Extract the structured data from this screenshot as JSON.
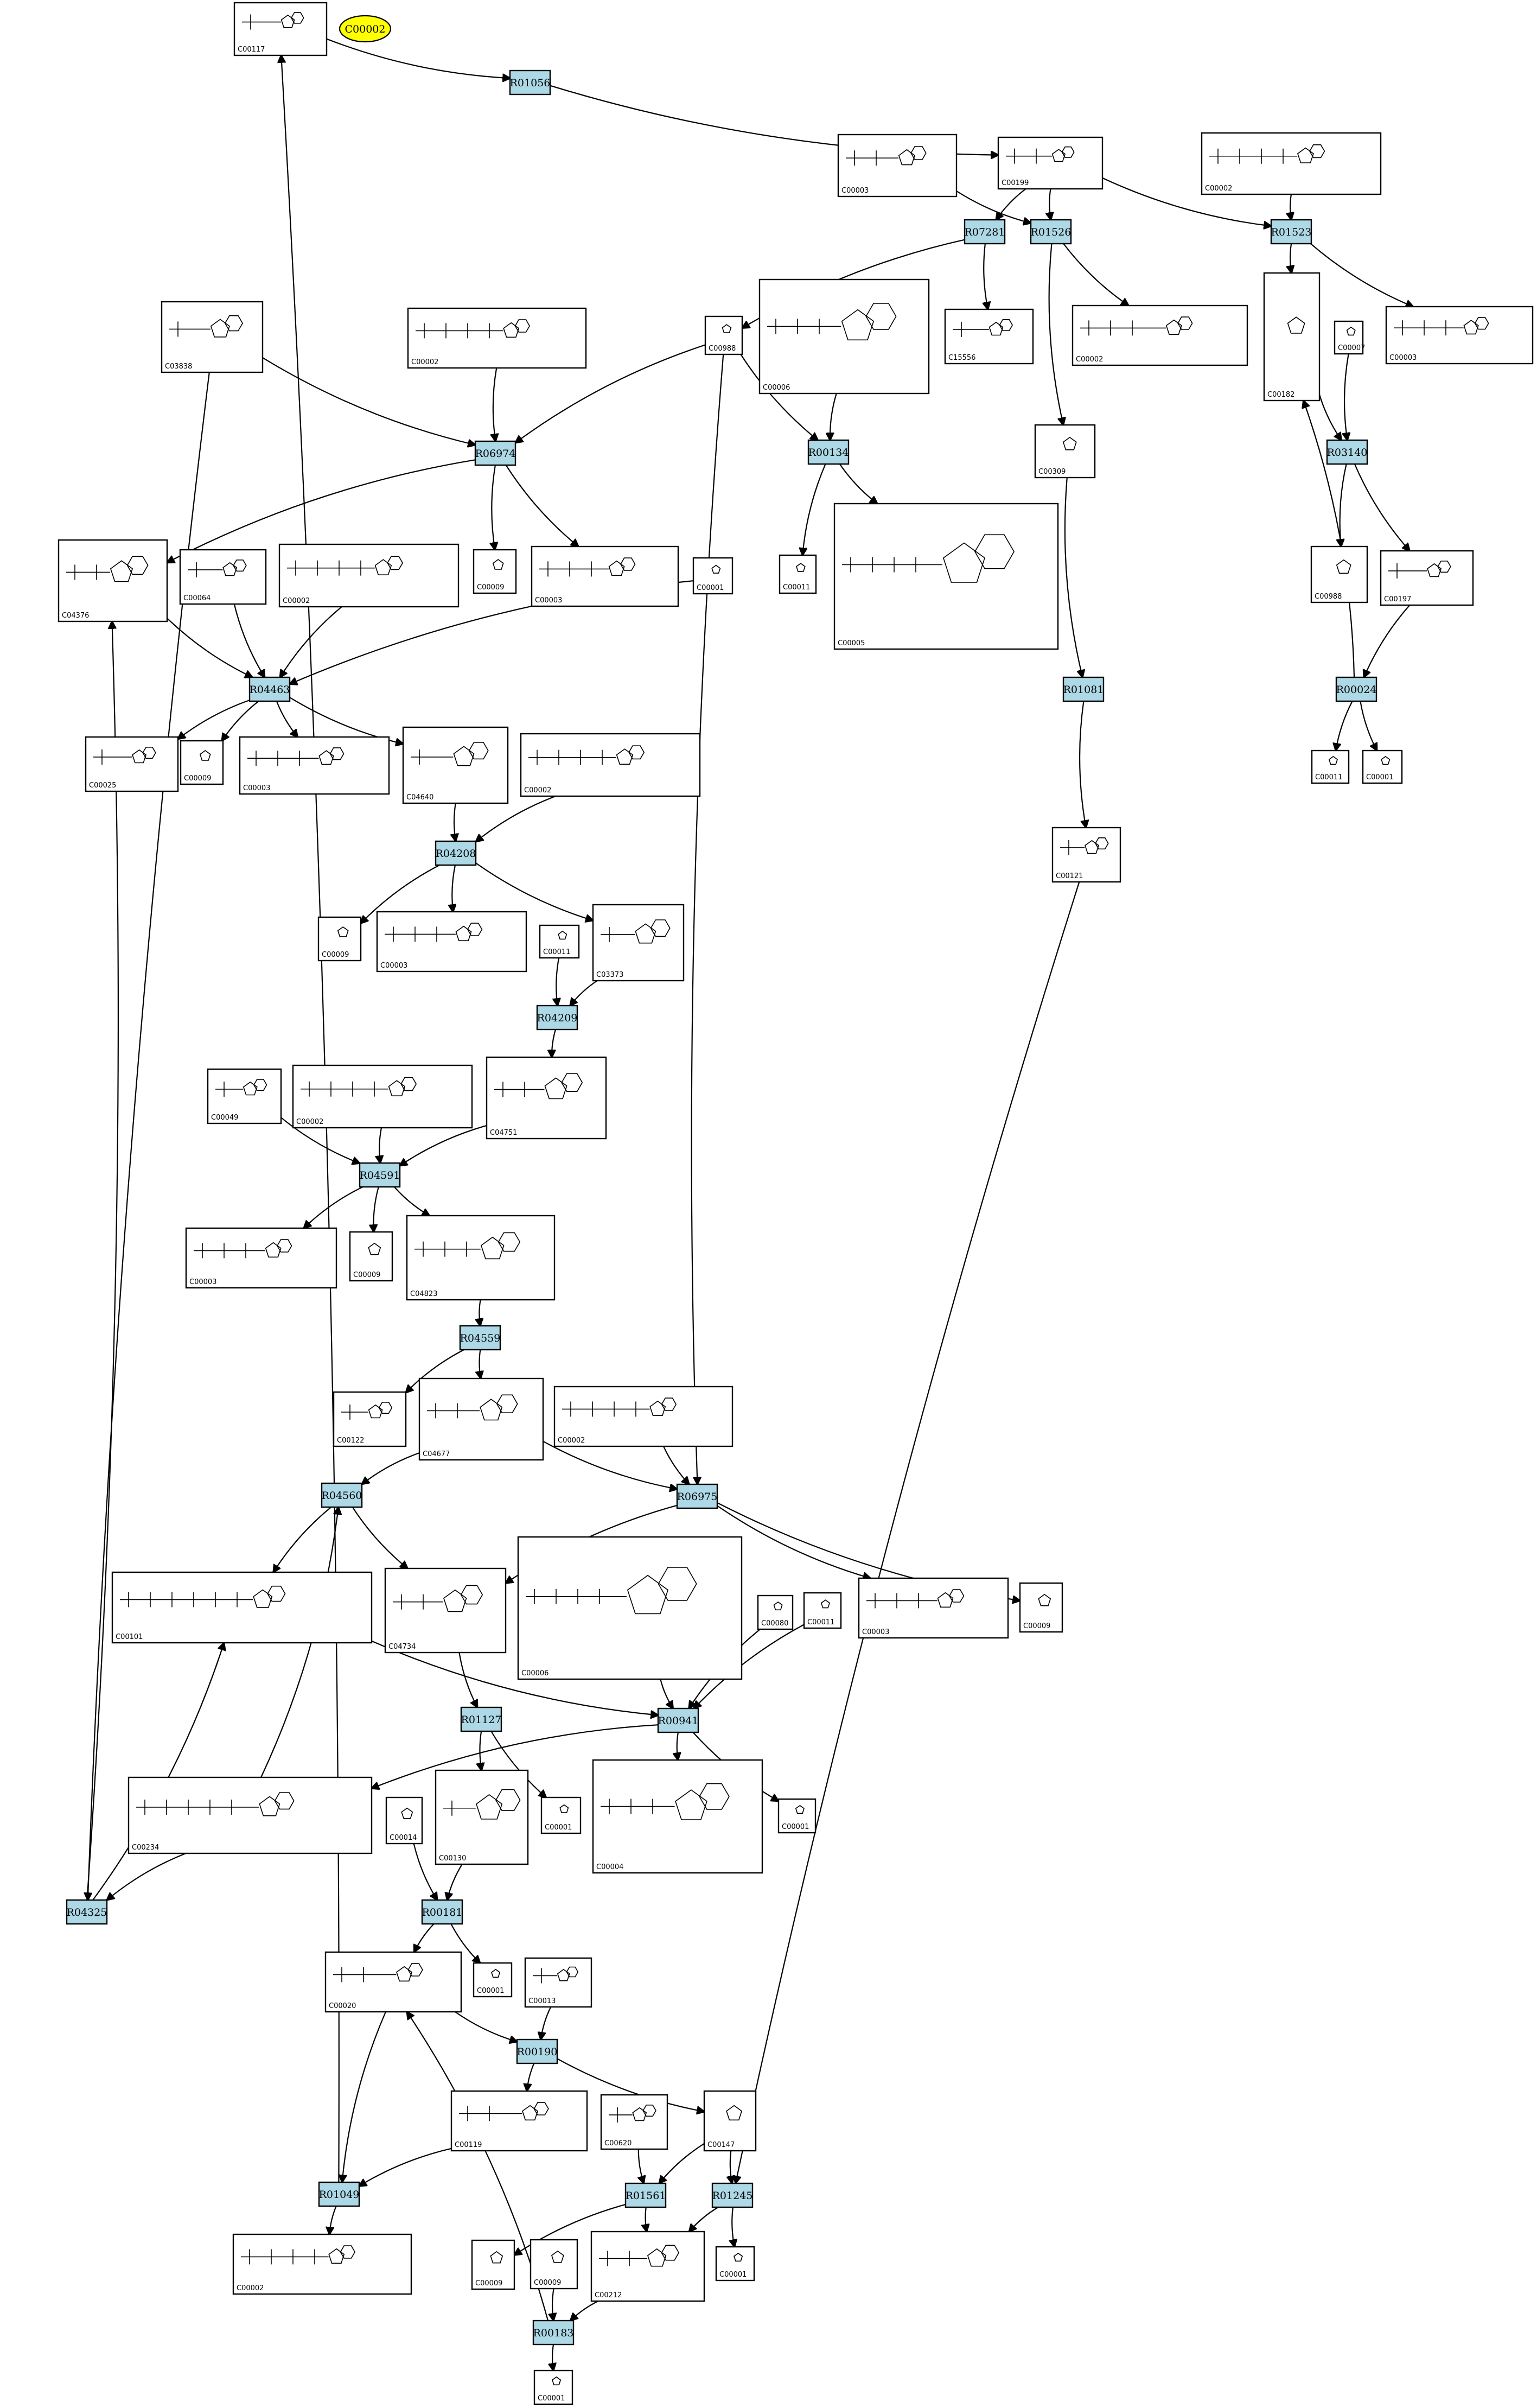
{
  "diagram": {
    "start_node": {
      "id": "start",
      "label": "C00002"
    },
    "compounds": [
      {
        "key": "c117",
        "label": "C00117"
      },
      {
        "key": "c003a",
        "label": "C00003"
      },
      {
        "key": "c199",
        "label": "C00199"
      },
      {
        "key": "c002a",
        "label": "C00002"
      },
      {
        "key": "c3838",
        "label": "C03838"
      },
      {
        "key": "c002b",
        "label": "C00002"
      },
      {
        "key": "c988",
        "label": "C00988"
      },
      {
        "key": "c006a",
        "label": "C00006"
      },
      {
        "key": "c15556",
        "label": "C15556"
      },
      {
        "key": "c002c",
        "label": "C00002"
      },
      {
        "key": "c182",
        "label": "C00182"
      },
      {
        "key": "c007",
        "label": "C00007"
      },
      {
        "key": "c003b",
        "label": "C00003"
      },
      {
        "key": "c309",
        "label": "C00309"
      },
      {
        "key": "c4376",
        "label": "C04376"
      },
      {
        "key": "c064",
        "label": "C00064"
      },
      {
        "key": "c002d",
        "label": "C00002"
      },
      {
        "key": "c009a",
        "label": "C00009"
      },
      {
        "key": "c003c",
        "label": "C00003"
      },
      {
        "key": "c001a",
        "label": "C00001"
      },
      {
        "key": "c011a",
        "label": "C00011"
      },
      {
        "key": "c005a",
        "label": "C00005"
      },
      {
        "key": "c998",
        "label": "C00988"
      },
      {
        "key": "c197",
        "label": "C00197"
      },
      {
        "key": "c025",
        "label": "C00025"
      },
      {
        "key": "c009b",
        "label": "C00009"
      },
      {
        "key": "c003d",
        "label": "C00003"
      },
      {
        "key": "c4640",
        "label": "C04640"
      },
      {
        "key": "c002e",
        "label": "C00002"
      },
      {
        "key": "c011b",
        "label": "C00011"
      },
      {
        "key": "c001b",
        "label": "C00001"
      },
      {
        "key": "c121",
        "label": "C00121"
      },
      {
        "key": "c009c",
        "label": "C00009"
      },
      {
        "key": "c003e",
        "label": "C00003"
      },
      {
        "key": "c011c",
        "label": "C00011"
      },
      {
        "key": "c3373",
        "label": "C03373"
      },
      {
        "key": "c049",
        "label": "C00049"
      },
      {
        "key": "c002f",
        "label": "C00002"
      },
      {
        "key": "c4751",
        "label": "C04751"
      },
      {
        "key": "c003f",
        "label": "C00003"
      },
      {
        "key": "c009d",
        "label": "C00009"
      },
      {
        "key": "c4823",
        "label": "C04823"
      },
      {
        "key": "c122",
        "label": "C00122"
      },
      {
        "key": "c4677",
        "label": "C04677"
      },
      {
        "key": "c002g",
        "label": "C00002"
      },
      {
        "key": "c101",
        "label": "C00101"
      },
      {
        "key": "c4734",
        "label": "C04734"
      },
      {
        "key": "c006b",
        "label": "C00006"
      },
      {
        "key": "c080",
        "label": "C00080"
      },
      {
        "key": "c011d",
        "label": "C00011"
      },
      {
        "key": "c003g",
        "label": "C00003"
      },
      {
        "key": "c009e",
        "label": "C00009"
      },
      {
        "key": "c234",
        "label": "C00234"
      },
      {
        "key": "c014",
        "label": "C00014"
      },
      {
        "key": "c130",
        "label": "C00130"
      },
      {
        "key": "c001c",
        "label": "C00001"
      },
      {
        "key": "c004",
        "label": "C00004"
      },
      {
        "key": "c001d",
        "label": "C00001"
      },
      {
        "key": "c020",
        "label": "C00020"
      },
      {
        "key": "c001e",
        "label": "C00001"
      },
      {
        "key": "c013",
        "label": "C00013"
      },
      {
        "key": "c119",
        "label": "C00119"
      },
      {
        "key": "c620",
        "label": "C00620"
      },
      {
        "key": "c147",
        "label": "C00147"
      },
      {
        "key": "c002h",
        "label": "C00002"
      },
      {
        "key": "c009f",
        "label": "C00009"
      },
      {
        "key": "c009g",
        "label": "C00009"
      },
      {
        "key": "c212",
        "label": "C00212"
      },
      {
        "key": "c001f",
        "label": "C00001"
      },
      {
        "key": "c001g",
        "label": "C00001"
      }
    ],
    "reactions": [
      {
        "key": "r01056",
        "label": "R01056"
      },
      {
        "key": "r07281",
        "label": "R07281"
      },
      {
        "key": "r01526",
        "label": "R01526"
      },
      {
        "key": "r01523",
        "label": "R01523"
      },
      {
        "key": "r06974",
        "label": "R06974"
      },
      {
        "key": "r00134",
        "label": "R00134"
      },
      {
        "key": "r03140",
        "label": "R03140"
      },
      {
        "key": "r04463",
        "label": "R04463"
      },
      {
        "key": "r01081",
        "label": "R01081"
      },
      {
        "key": "r00024",
        "label": "R00024"
      },
      {
        "key": "r04208",
        "label": "R04208"
      },
      {
        "key": "r04209",
        "label": "R04209"
      },
      {
        "key": "r04591",
        "label": "R04591"
      },
      {
        "key": "r04559",
        "label": "R04559"
      },
      {
        "key": "r04560",
        "label": "R04560"
      },
      {
        "key": "r06975",
        "label": "R06975"
      },
      {
        "key": "r01127",
        "label": "R01127"
      },
      {
        "key": "r00941",
        "label": "R00941"
      },
      {
        "key": "r04325",
        "label": "R04325"
      },
      {
        "key": "r00181",
        "label": "R00181"
      },
      {
        "key": "r00190",
        "label": "R00190"
      },
      {
        "key": "r01049",
        "label": "R01049"
      },
      {
        "key": "r01561",
        "label": "R01561"
      },
      {
        "key": "r01245",
        "label": "R01245"
      },
      {
        "key": "r00183",
        "label": "R00183"
      }
    ],
    "edges": [
      [
        "c117",
        "r01056"
      ],
      [
        "r01056",
        "c199"
      ],
      [
        "c003a",
        "r01526"
      ],
      [
        "c199",
        "r07281"
      ],
      [
        "c199",
        "r01526"
      ],
      [
        "c199",
        "r01523"
      ],
      [
        "c002a",
        "r01523"
      ],
      [
        "r07281",
        "c988"
      ],
      [
        "r07281",
        "c15556"
      ],
      [
        "r01526",
        "c002c"
      ],
      [
        "r01526",
        "c309"
      ],
      [
        "r01523",
        "c003b"
      ],
      [
        "r01523",
        "c182"
      ],
      [
        "c3838",
        "r06974"
      ],
      [
        "c3838",
        "r04325"
      ],
      [
        "c002b",
        "r06974"
      ],
      [
        "c988",
        "r06974"
      ],
      [
        "c988",
        "r00134"
      ],
      [
        "c988",
        "r06975"
      ],
      [
        "c006a",
        "r00134"
      ],
      [
        "r00134",
        "c011a"
      ],
      [
        "r00134",
        "c005a"
      ],
      [
        "c182",
        "r03140"
      ],
      [
        "c007",
        "r03140"
      ],
      [
        "r03140",
        "c998"
      ],
      [
        "r03140",
        "c197"
      ],
      [
        "r06974",
        "c4376"
      ],
      [
        "r06974",
        "c009a"
      ],
      [
        "r06974",
        "c003c"
      ],
      [
        "c4376",
        "r04463"
      ],
      [
        "c064",
        "r04463"
      ],
      [
        "c002d",
        "r04463"
      ],
      [
        "c001a",
        "r04463"
      ],
      [
        "r04463",
        "c025"
      ],
      [
        "r04463",
        "c009b"
      ],
      [
        "r04463",
        "c003d"
      ],
      [
        "r04463",
        "c4640"
      ],
      [
        "c309",
        "r01081"
      ],
      [
        "c197",
        "r00024"
      ],
      [
        "r00024",
        "c182"
      ],
      [
        "r00024",
        "c011b"
      ],
      [
        "r00024",
        "c001b"
      ],
      [
        "c4640",
        "r04208"
      ],
      [
        "c002e",
        "r04208"
      ],
      [
        "r01081",
        "c121"
      ],
      [
        "r04208",
        "c009c"
      ],
      [
        "r04208",
        "c003e"
      ],
      [
        "r04208",
        "c3373"
      ],
      [
        "c011c",
        "r04209"
      ],
      [
        "c3373",
        "r04209"
      ],
      [
        "r04209",
        "c4751"
      ],
      [
        "c049",
        "r04591"
      ],
      [
        "c002f",
        "r04591"
      ],
      [
        "c4751",
        "r04591"
      ],
      [
        "r04591",
        "c003f"
      ],
      [
        "r04591",
        "c009d"
      ],
      [
        "r04591",
        "c4823"
      ],
      [
        "c4823",
        "r04559"
      ],
      [
        "r04559",
        "c122"
      ],
      [
        "r04559",
        "c4677"
      ],
      [
        "c4677",
        "r04560"
      ],
      [
        "c4677",
        "r06975"
      ],
      [
        "c002g",
        "r06975"
      ],
      [
        "r04560",
        "c101"
      ],
      [
        "r04560",
        "c4734"
      ],
      [
        "r06975",
        "c4734"
      ],
      [
        "r06975",
        "c003g"
      ],
      [
        "r06975",
        "c009e"
      ],
      [
        "c4734",
        "r01127"
      ],
      [
        "c101",
        "r00941"
      ],
      [
        "c006b",
        "r00941"
      ],
      [
        "c080",
        "r00941"
      ],
      [
        "c011d",
        "r00941"
      ],
      [
        "r00941",
        "c234"
      ],
      [
        "r00941",
        "c004"
      ],
      [
        "r00941",
        "c001d"
      ],
      [
        "c234",
        "r04325"
      ],
      [
        "c234",
        "r04560"
      ],
      [
        "r04325",
        "c101"
      ],
      [
        "r04325",
        "c4376"
      ],
      [
        "r01127",
        "c130"
      ],
      [
        "r01127",
        "c001c"
      ],
      [
        "c014",
        "r00181"
      ],
      [
        "c130",
        "r00181"
      ],
      [
        "r00181",
        "c020"
      ],
      [
        "r00181",
        "c001e"
      ],
      [
        "c020",
        "r00190"
      ],
      [
        "c013",
        "r00190"
      ],
      [
        "c020",
        "r01049"
      ],
      [
        "r00190",
        "c119"
      ],
      [
        "r00190",
        "c147"
      ],
      [
        "c119",
        "r01049"
      ],
      [
        "r01049",
        "c002h"
      ],
      [
        "r01049",
        "c117"
      ],
      [
        "c620",
        "r01561"
      ],
      [
        "c147",
        "r01561"
      ],
      [
        "c147",
        "r01245"
      ],
      [
        "c121",
        "r01245"
      ],
      [
        "r01561",
        "c009f"
      ],
      [
        "r01561",
        "c212"
      ],
      [
        "r01245",
        "c212"
      ],
      [
        "r01245",
        "c001f"
      ],
      [
        "c212",
        "r00183"
      ],
      [
        "c009g",
        "r00183"
      ],
      [
        "r00183",
        "c020"
      ],
      [
        "r00183",
        "c001g"
      ]
    ]
  }
}
